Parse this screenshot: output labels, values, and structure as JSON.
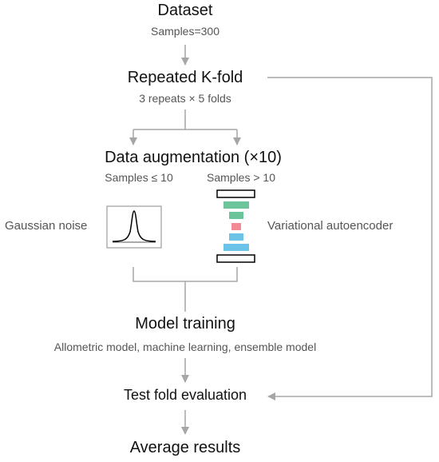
{
  "dataset": {
    "title": "Dataset",
    "subtitle": "Samples=300"
  },
  "kfold": {
    "title": "Repeated K-fold",
    "subtitle": "3 repeats × 5 folds"
  },
  "augmentation": {
    "title": "Data augmentation (×10)",
    "left_branch": "Samples ≤ 10",
    "right_branch": "Samples > 10",
    "left_method": "Gaussian noise",
    "right_method": "Variational autoencoder"
  },
  "training": {
    "title": "Model training",
    "subtitle": "Allometric model, machine learning, ensemble model"
  },
  "evaluation": {
    "title": "Test fold evaluation"
  },
  "results": {
    "title": "Average results"
  },
  "colors": {
    "arrow": "#a6a6a6",
    "text_primary": "#111111",
    "text_secondary": "#555555",
    "vae_green": "#6cc49a",
    "vae_red": "#f28b95",
    "vae_blue": "#6cc3e8"
  }
}
